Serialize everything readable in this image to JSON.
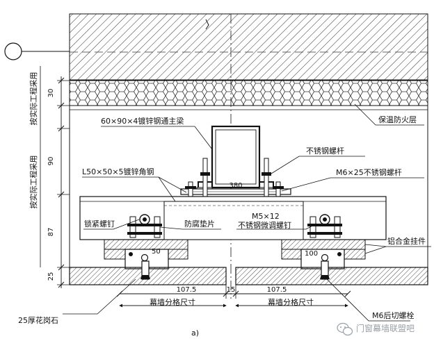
{
  "labels": {
    "rail_top": "按实际工程采用",
    "rail_bottom": "按实际工程采用",
    "main_beam": "60×90×4镀锌钢通主梁",
    "angle_steel": "L50×50×5镀锌角钢",
    "insulation": "保温防火层",
    "ss_bolt": "不锈钢螺杆",
    "ss_bolt_spec": "M6×25不锈钢螺杆",
    "lock_screw": "锁紧螺钉",
    "anticorrosion_pad": "防腐垫片",
    "adjust_screw_spec": "M5×12",
    "adjust_screw": "不锈钢微调螺钉",
    "aluminum_hanger": "铝合金挂件",
    "granite": "25厚花岗石",
    "back_bolt": "M6后切螺栓",
    "module_left": "幕墙分格尺寸",
    "module_right": "幕墙分格尺寸",
    "figure_tag": "a)",
    "watermark": "门窗幕墙联盟吧"
  },
  "dims": {
    "d30": "30",
    "d90": "90",
    "d87": "87",
    "d25": "25",
    "d380": "380",
    "d50": "50",
    "d100": "100",
    "d107_left": "107.5",
    "d15": "15",
    "d107_right": "107.5"
  },
  "colors": {
    "ink": "#111111",
    "hatch": "#333333",
    "background": "#ffffff",
    "watermark": "#9aa0a6"
  },
  "icons": {
    "axis_bubble": "circle-axis-marker",
    "watermark_logo": "wechat-icon"
  }
}
